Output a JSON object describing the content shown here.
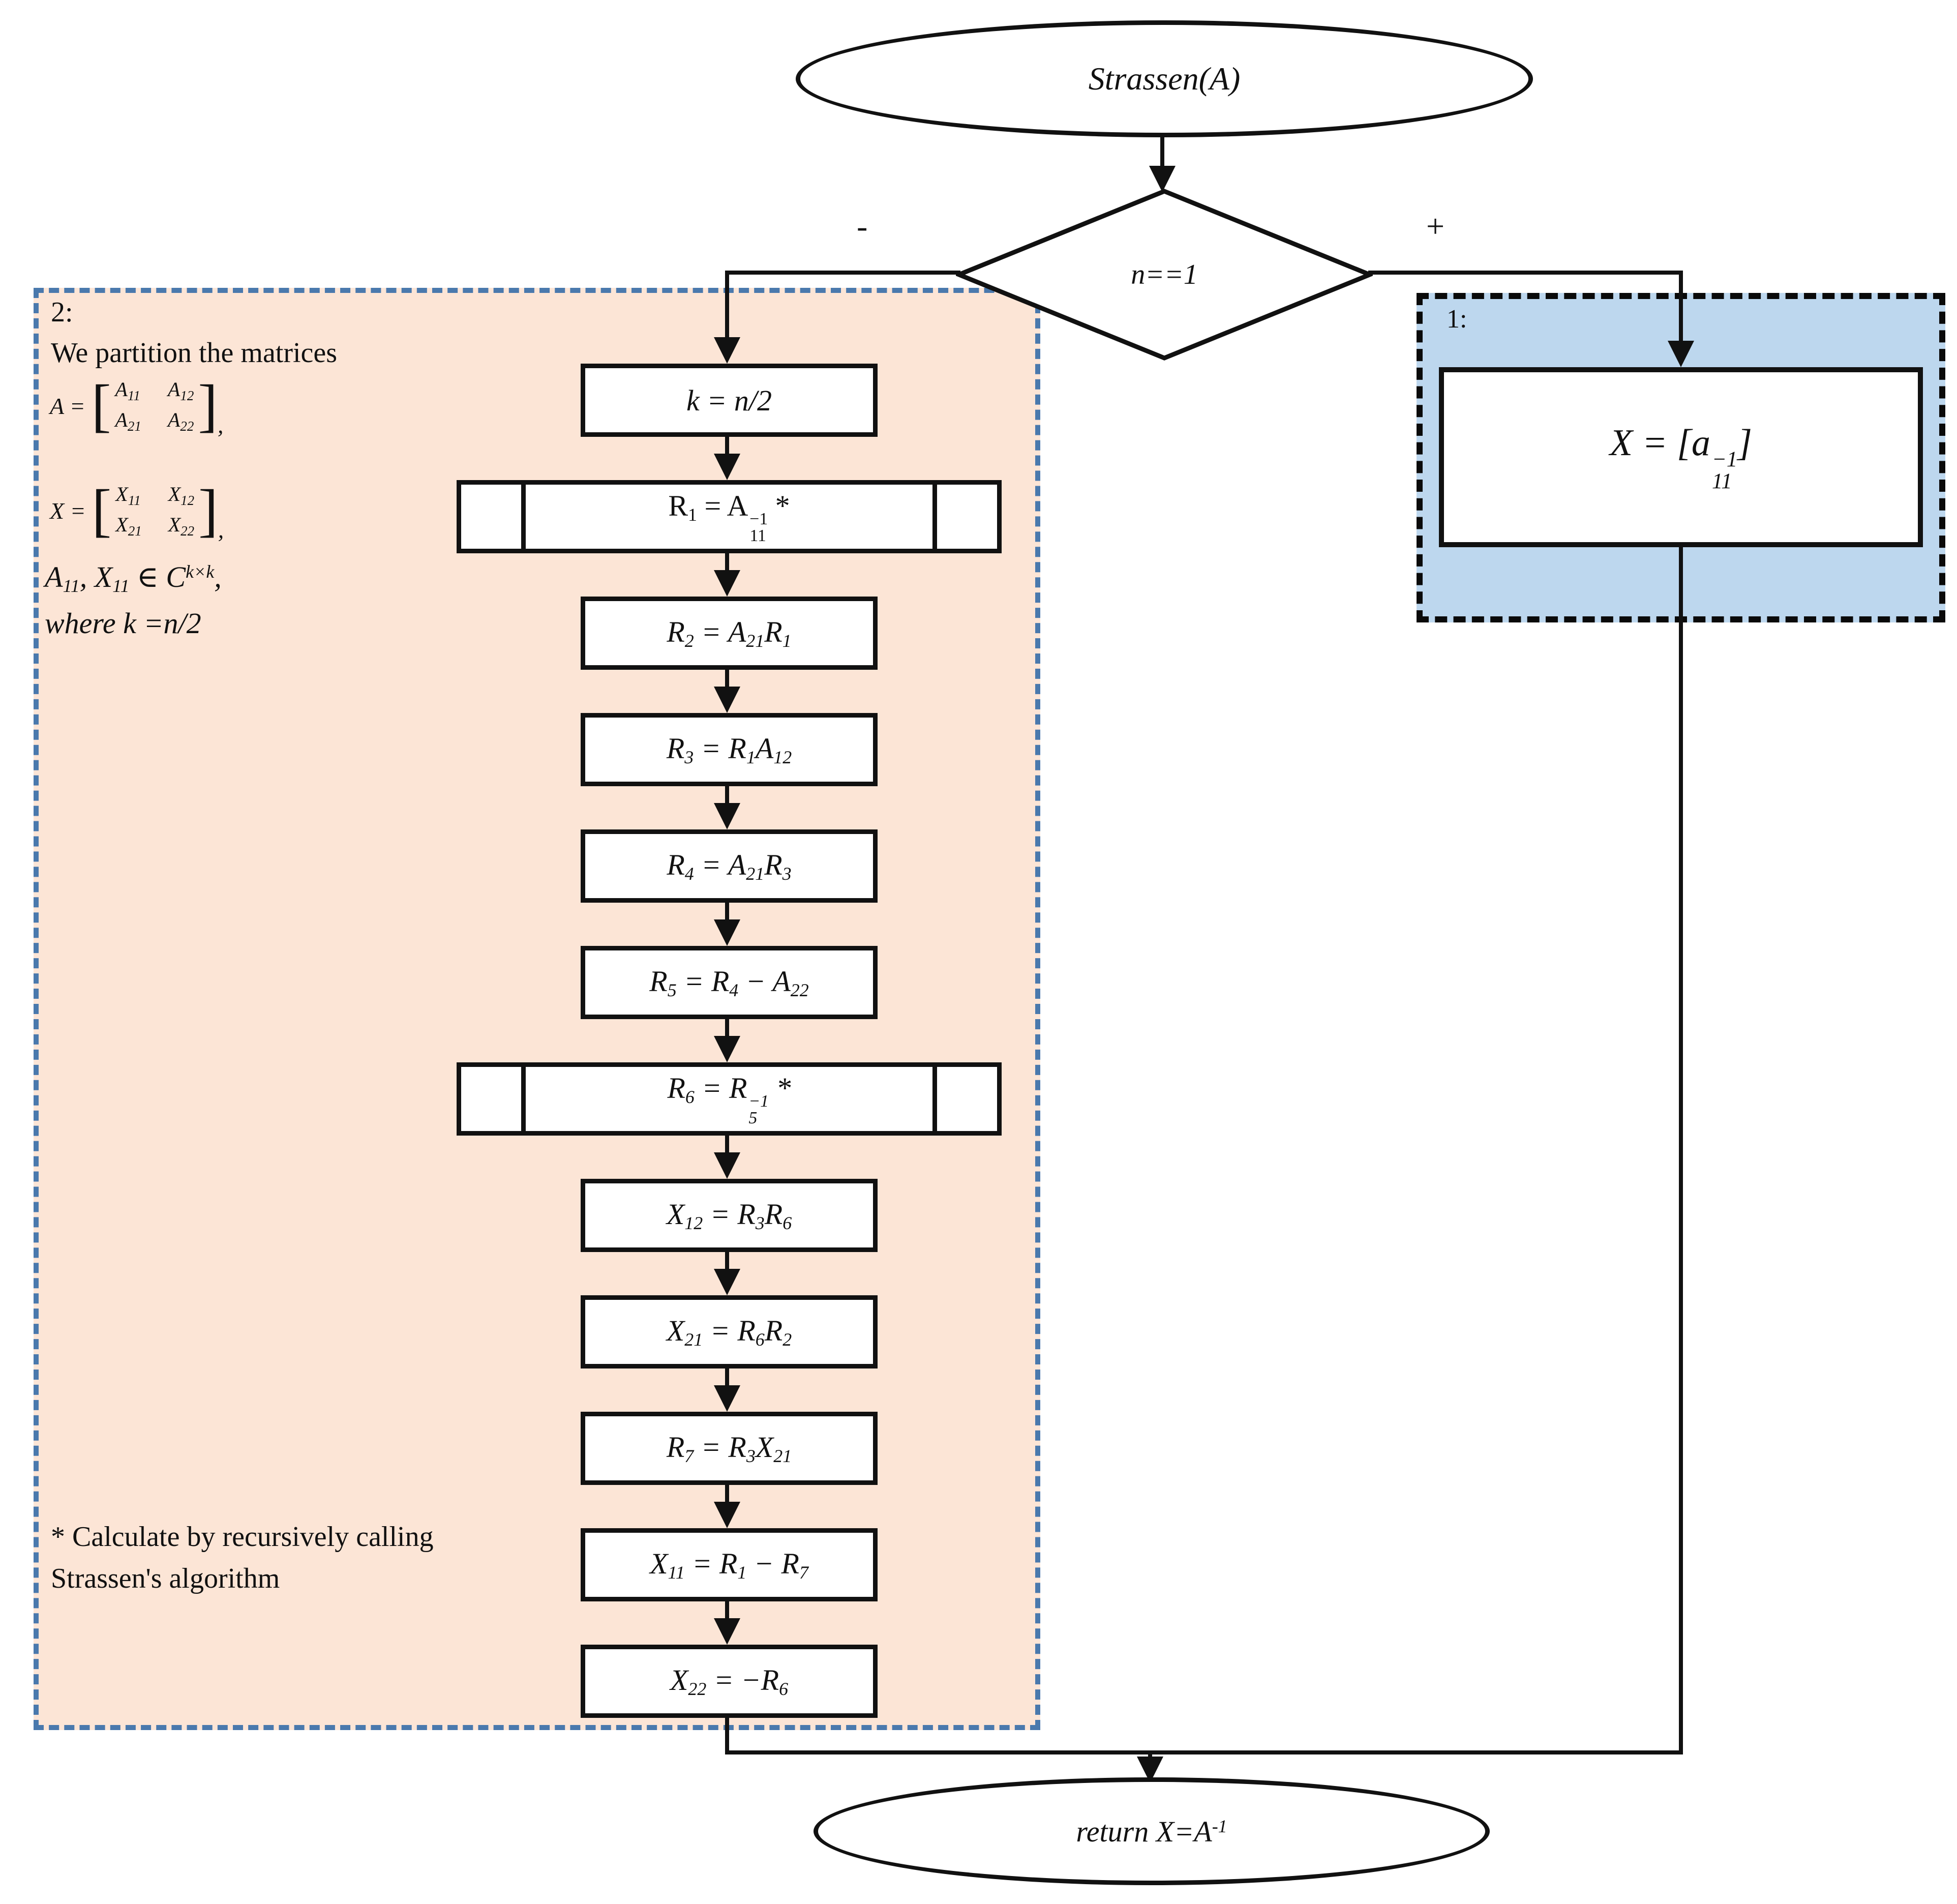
{
  "start": {
    "label": "Strassen(A)"
  },
  "decision": {
    "label": "n==1",
    "no_label": "-",
    "yes_label": "+"
  },
  "region2": {
    "label": "2:",
    "intro": "We partition the matrices",
    "matrixA": {
      "lhs": "A =",
      "cells": [
        {
          "b": "A",
          "s": "11"
        },
        {
          "b": "A",
          "s": "12"
        },
        {
          "b": "A",
          "s": "21"
        },
        {
          "b": "A",
          "s": "22"
        }
      ],
      "suffix": ","
    },
    "matrixX": {
      "lhs": "X =",
      "cells": [
        {
          "b": "X",
          "s": "11"
        },
        {
          "b": "X",
          "s": "12"
        },
        {
          "b": "X",
          "s": "21"
        },
        {
          "b": "X",
          "s": "22"
        }
      ],
      "suffix": ","
    },
    "membership": [
      {
        "t": "A"
      },
      {
        "sub": "11"
      },
      {
        "t": ", X"
      },
      {
        "sub": "11"
      },
      {
        "t": " ∈ C"
      },
      {
        "sup": "k×k"
      },
      {
        "t": ","
      }
    ],
    "where": "where k =n/2",
    "footnote": [
      "* Calculate by recursively calling",
      "Strassen's algorithm"
    ]
  },
  "steps": [
    {
      "name": "k",
      "wide": false,
      "upright": false,
      "math": [
        {
          "t": "k = n/2"
        }
      ]
    },
    {
      "name": "r1",
      "wide": true,
      "upright": true,
      "math": [
        {
          "t": "R"
        },
        {
          "sub": "1"
        },
        {
          "t": " = A"
        },
        {
          "stack": [
            "−1",
            "11"
          ]
        },
        {
          "t": " *"
        }
      ]
    },
    {
      "name": "r2",
      "wide": false,
      "upright": false,
      "math": [
        {
          "t": "R"
        },
        {
          "sub": "2"
        },
        {
          "t": " = A"
        },
        {
          "sub": "21"
        },
        {
          "t": "R"
        },
        {
          "sub": "1"
        }
      ]
    },
    {
      "name": "r3",
      "wide": false,
      "upright": false,
      "math": [
        {
          "t": "R"
        },
        {
          "sub": "3"
        },
        {
          "t": " = R"
        },
        {
          "sub": "1"
        },
        {
          "t": "A"
        },
        {
          "sub": "12"
        }
      ]
    },
    {
      "name": "r4",
      "wide": false,
      "upright": false,
      "math": [
        {
          "t": "R"
        },
        {
          "sub": "4"
        },
        {
          "t": " = A"
        },
        {
          "sub": "21"
        },
        {
          "t": "R"
        },
        {
          "sub": "3"
        }
      ]
    },
    {
      "name": "r5",
      "wide": false,
      "upright": false,
      "math": [
        {
          "t": "R"
        },
        {
          "sub": "5"
        },
        {
          "t": " = R"
        },
        {
          "sub": "4"
        },
        {
          "t": " − A"
        },
        {
          "sub": "22"
        }
      ]
    },
    {
      "name": "r6",
      "wide": true,
      "upright": false,
      "math": [
        {
          "t": "R"
        },
        {
          "sub": "6"
        },
        {
          "t": " = R"
        },
        {
          "stack": [
            "−1",
            "5"
          ]
        },
        {
          "t": " *"
        }
      ]
    },
    {
      "name": "x12",
      "wide": false,
      "upright": false,
      "math": [
        {
          "t": "X"
        },
        {
          "sub": "12"
        },
        {
          "t": " = R"
        },
        {
          "sub": "3"
        },
        {
          "t": "R"
        },
        {
          "sub": "6"
        }
      ]
    },
    {
      "name": "x21",
      "wide": false,
      "upright": false,
      "math": [
        {
          "t": "X"
        },
        {
          "sub": "21"
        },
        {
          "t": " = R"
        },
        {
          "sub": "6"
        },
        {
          "t": "R"
        },
        {
          "sub": "2"
        }
      ]
    },
    {
      "name": "r7",
      "wide": false,
      "upright": false,
      "math": [
        {
          "t": "R"
        },
        {
          "sub": "7"
        },
        {
          "t": " = R"
        },
        {
          "sub": "3"
        },
        {
          "t": "X"
        },
        {
          "sub": "21"
        }
      ]
    },
    {
      "name": "x11",
      "wide": false,
      "upright": false,
      "math": [
        {
          "t": "X"
        },
        {
          "sub": "11"
        },
        {
          "t": " = R"
        },
        {
          "sub": "1"
        },
        {
          "t": " − R"
        },
        {
          "sub": "7"
        }
      ]
    },
    {
      "name": "x22",
      "wide": false,
      "upright": false,
      "math": [
        {
          "t": "X"
        },
        {
          "sub": "22"
        },
        {
          "t": " = −R"
        },
        {
          "sub": "6"
        }
      ]
    }
  ],
  "region1": {
    "label": "1:",
    "base_case": [
      {
        "t": "X = ["
      },
      {
        "t": "a"
      },
      {
        "stack": [
          "−1",
          "11"
        ]
      },
      {
        "t": "]"
      }
    ]
  },
  "end": {
    "label": [
      {
        "t": "return X=A"
      },
      {
        "sup": "-1"
      }
    ]
  },
  "colors": {
    "region1_fill": "#bdd7ee",
    "region2_fill": "#fce5d6",
    "region2_border": "#4a79ad",
    "line": "#111111"
  }
}
